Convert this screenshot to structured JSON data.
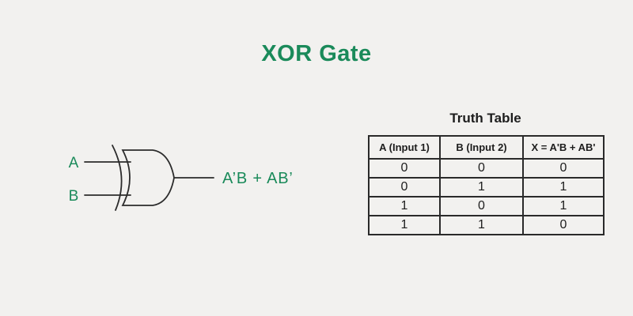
{
  "title": "XOR Gate",
  "colors": {
    "background": "#f2f1ef",
    "accent_green": "#1a8a5a",
    "line_ink": "#2b2b2b",
    "table_border": "#2a2a2a"
  },
  "diagram": {
    "gate_type": "xor-gate",
    "input_a_label": "A",
    "input_b_label": "B",
    "output_label": "A’B + AB’"
  },
  "truth_table": {
    "title": "Truth Table",
    "headers": [
      "A (Input 1)",
      "B (Input 2)",
      "X = A'B + AB'"
    ],
    "rows": [
      [
        "0",
        "0",
        "0"
      ],
      [
        "0",
        "1",
        "1"
      ],
      [
        "1",
        "0",
        "1"
      ],
      [
        "1",
        "1",
        "0"
      ]
    ]
  }
}
